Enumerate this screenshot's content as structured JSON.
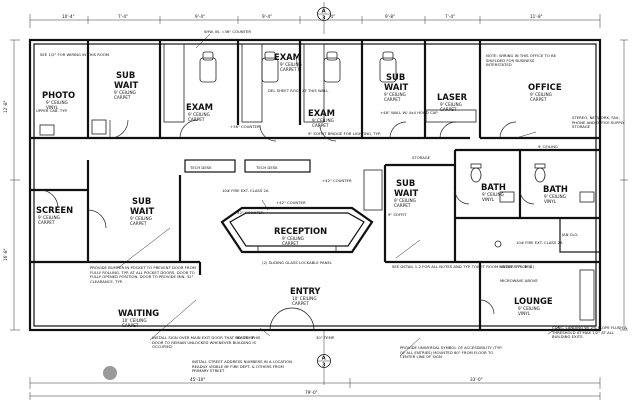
{
  "rooms": [
    {
      "id": "photo",
      "name": "PHOTO",
      "sub": [
        "9' CEILING",
        "VINYL"
      ]
    },
    {
      "id": "subwait1",
      "name": "SUB\nWAIT",
      "sub": [
        "9' CEILING",
        "CARPET"
      ]
    },
    {
      "id": "exam1",
      "name": "EXAM",
      "sub": [
        "9' CEILING",
        "CARPET"
      ]
    },
    {
      "id": "exam2",
      "name": "EXAM",
      "sub": [
        "9' CEILING",
        "CARPET"
      ]
    },
    {
      "id": "exam3",
      "name": "EXAM",
      "sub": [
        "9' CEILING",
        "CARPET"
      ]
    },
    {
      "id": "subwait2",
      "name": "SUB\nWAIT",
      "sub": [
        "9' CEILING",
        "CARPET"
      ]
    },
    {
      "id": "laser",
      "name": "LASER",
      "sub": [
        "9' CEILING",
        "CARPET"
      ]
    },
    {
      "id": "office",
      "name": "OFFICE",
      "sub": [
        "9' CEILING",
        "CARPET"
      ]
    },
    {
      "id": "screen",
      "name": "SCREEN",
      "sub": [
        "9' CEILING",
        "CARPET"
      ]
    },
    {
      "id": "subwait3",
      "name": "SUB\nWAIT",
      "sub": [
        "9' CEILING",
        "CARPET"
      ]
    },
    {
      "id": "reception",
      "name": "RECEPTION",
      "sub": [
        "9' CEILING",
        "CARPET"
      ]
    },
    {
      "id": "subwait4",
      "name": "SUB\nWAIT",
      "sub": [
        "9' CEILING",
        "CARPET"
      ]
    },
    {
      "id": "bath1",
      "name": "BATH",
      "sub": [
        "9' CEILING",
        "VINYL"
      ]
    },
    {
      "id": "bath2",
      "name": "BATH",
      "sub": [
        "9' CEILING",
        "VINYL"
      ]
    },
    {
      "id": "entry",
      "name": "ENTRY",
      "sub": [
        "10' CEILING",
        "CARPET"
      ]
    },
    {
      "id": "waiting",
      "name": "WAITING",
      "sub": [
        "10' CEILING",
        "CARPET"
      ]
    },
    {
      "id": "lounge",
      "name": "LOUNGE",
      "sub": [
        "9' CEILING",
        "VINYL"
      ]
    }
  ],
  "notes": {
    "wall_36": "SHW. IN. =36\" COUNTER",
    "dwg_sheet_rock": "DEL SHEET ROCK AT THIS WALL",
    "counter_42_a": "+42\" COUNTER",
    "counter_42_b": "+42\" COUNTER",
    "counter_42_c": "+42\" COUNTER",
    "counter_36": "+36\" COUNTER",
    "soffit_bridge": "9\" SOFFIT BRIDGE FOR LIGHTING, TYP.",
    "tech_desk_1": "TECH DESK",
    "tech_desk_2": "TECH DESK",
    "storage": "STORAGE",
    "stereo": "STEREO, NETWORK, FAX, PHONE AND OFFICE SUPPLY STORAGE",
    "ceiling_9": "9' CEILING",
    "fire_ext_1": "10# FIRE EXT. CLASS 2A",
    "fire_ext_2": "10# FIRE EXT. CLASS 2A",
    "glass_panel": "(2) SLIDING GLASS LOCKABLE PANEL",
    "soffit": "9\" SOFFIT",
    "see_detail": "SEE DETAIL 1-2 FOR ALL NOTES AND TYP. TOILET ROOM NOTES TYP. OF (2)",
    "under_cntr": "UNDER CTR. REF.",
    "microwave": "MICROWAVE ABOVE",
    "jan_clo": "JAN CLO.",
    "exit_sign": "INSTALL SIGN OVER MAIN EXIT DOOR THAT READS: 'THIS DOOR TO REMAIN UNLOCKED WHENEVER BUILDING IS OCCUPIED'",
    "address": "INSTALL STREET ADDRESS NUMBERS IN A LOCATION READILY VISIBLE BY FIRE DEPT. & OTHERS FROM PRIMARY STREET",
    "symbol": "PROVIDE UNIVERSAL SYMBOL OF ACCESSIBILITY (TYP. OF ALL ENTRIES) MOUNTED 60\" FROM FLOOR TO CENTER LINE OF SIGN",
    "bumper": "PROVIDE BUMPER IN POCKET TO PREVENT DOOR FROM FULLY ROLLING. TYP. AT ALL POCKET DOORS. DOOR TO FULLY OPENED POSITION. DOOR TO PROVIDE MIN. 32\" CLEARANCE, TYP.",
    "conc_landing": "CONC. LANDING W/ 2% SLOPE FLUSH & THRESHOLD AT MAX 1/2\" AT ALL BUILDING EXITS",
    "note_office": "NOTE: WIRING IN THIS OFFICE TO BE SHIELDED FOR BUSINESS INTERSTATED",
    "wiring_room": "SEE 1/2\" FOR WIRING IN THIS ROOM",
    "temp_1": "30\" TEMP.",
    "temp_2": "30\" TEMP.",
    "hood_cap": "+48\" WALL W/ 4x4 HOOD CAP",
    "cabinet": "UPPER CAB. TYP."
  },
  "dims_top": [
    "10'-4\"",
    "7'-4\"",
    "9'-4\"",
    "9'-4\"",
    "9'-4\"",
    "9'-8\"",
    "7'-4\"",
    "11'-8\""
  ],
  "dims_bottom": [
    "45'-10\"",
    "33'-0\""
  ],
  "dim_total": "79'-0\"",
  "dims_left": [
    "12'-8\"",
    "16'-8\""
  ],
  "section_marks": [
    {
      "letter": "A",
      "sheet": "3"
    },
    {
      "letter": "A",
      "sheet": "3"
    }
  ]
}
